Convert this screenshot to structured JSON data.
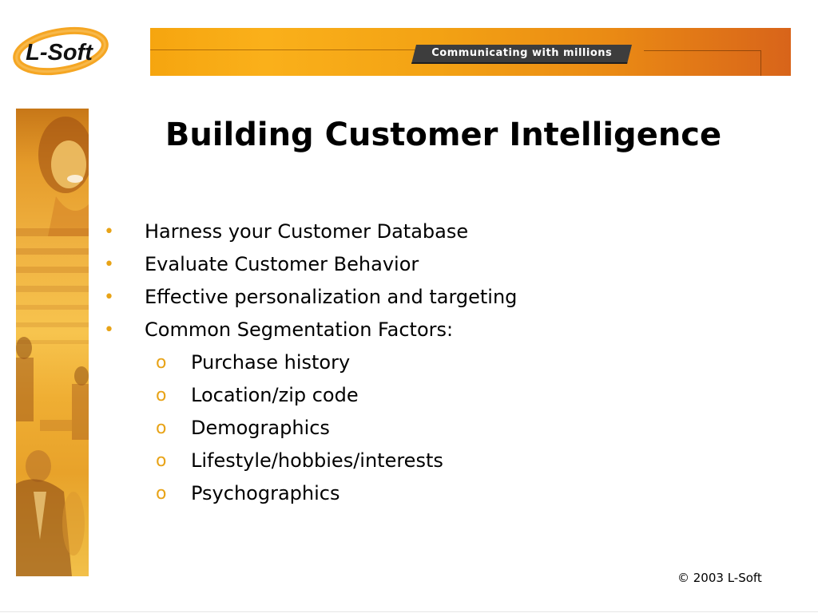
{
  "header": {
    "logo_text": "L-Soft",
    "tagline": "Communicating with millions"
  },
  "slide": {
    "title": "Building Customer Intelligence",
    "bullets": [
      {
        "marker": "•",
        "text": "Harness your Customer Database"
      },
      {
        "marker": "•",
        "text": "Evaluate Customer Behavior"
      },
      {
        "marker": "•",
        "text": "Effective personalization and targeting"
      },
      {
        "marker": "•",
        "text": "Common Segmentation Factors:"
      }
    ],
    "sub_bullets": [
      {
        "marker": "o",
        "text": "Purchase history"
      },
      {
        "marker": "o",
        "text": "Location/zip code"
      },
      {
        "marker": "o",
        "text": "Demographics"
      },
      {
        "marker": "o",
        "text": "Lifestyle/hobbies/interests"
      },
      {
        "marker": "o",
        "text": "Psychographics"
      }
    ]
  },
  "footer": {
    "copyright": "© 2003 L-Soft"
  },
  "colors": {
    "accent": "#e8a317",
    "banner_start": "#f6a50f",
    "banner_end": "#d8641a",
    "logo_ring": "#f5a623",
    "tagline_bg": "#3d3d3d"
  }
}
